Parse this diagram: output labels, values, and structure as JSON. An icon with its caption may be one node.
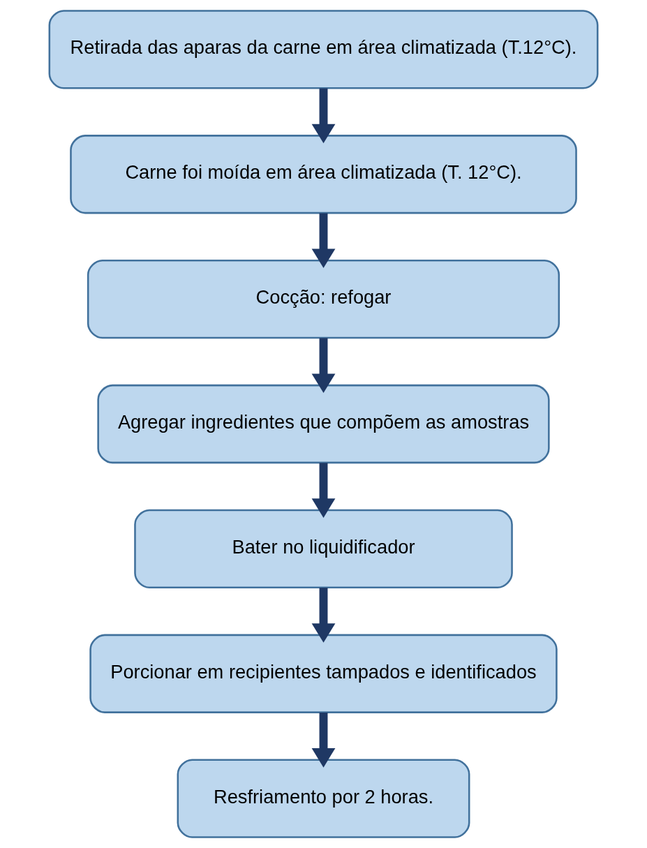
{
  "diagram": {
    "nodes": [
      {
        "text": [
          "Retirada das aparas da carne em área climatizada (T.12°C)."
        ]
      },
      {
        "text": [
          "Carne foi moída em área climatizada (T. 12°C)."
        ]
      },
      {
        "text": [
          "Cocção: refogar"
        ]
      },
      {
        "text": [
          "Agregar ingredientes que compõem as amostras"
        ]
      },
      {
        "text": [
          "Bater no liquidificador"
        ]
      },
      {
        "text": [
          "Porcionar em recipientes tampados e identificados"
        ]
      },
      {
        "text": [
          "Resfriamento por 2 horas."
        ]
      }
    ],
    "edges": [
      {
        "from": 0,
        "to": 1,
        "arrow": "to"
      },
      {
        "from": 1,
        "to": 2,
        "arrow": "to"
      },
      {
        "from": 2,
        "to": 3,
        "arrow": "to"
      },
      {
        "from": 3,
        "to": 4,
        "arrow": "to"
      },
      {
        "from": 4,
        "to": 5,
        "arrow": "to"
      },
      {
        "from": 5,
        "to": 6,
        "arrow": "to"
      }
    ]
  }
}
